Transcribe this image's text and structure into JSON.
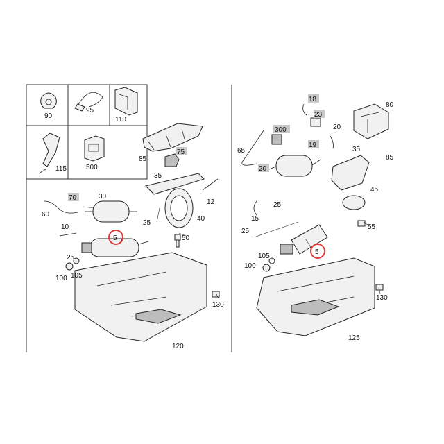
{
  "colors": {
    "callout_ring": "#e53935",
    "label_box": "#c8c8c8",
    "line": "#222222"
  },
  "legend_labels": [
    "90",
    "95",
    "110",
    "115",
    "500"
  ],
  "left_labels": [
    "85",
    "75",
    "35",
    "30",
    "70",
    "60",
    "25",
    "40",
    "12",
    "10",
    "5",
    "25",
    "50",
    "100",
    "105",
    "120",
    "130"
  ],
  "right_labels": [
    "18",
    "23",
    "300",
    "20",
    "65",
    "19",
    "80",
    "35",
    "85",
    "20",
    "25",
    "45",
    "15",
    "25",
    "55",
    "5",
    "105",
    "100",
    "130",
    "125"
  ],
  "highlighted_part": "5"
}
